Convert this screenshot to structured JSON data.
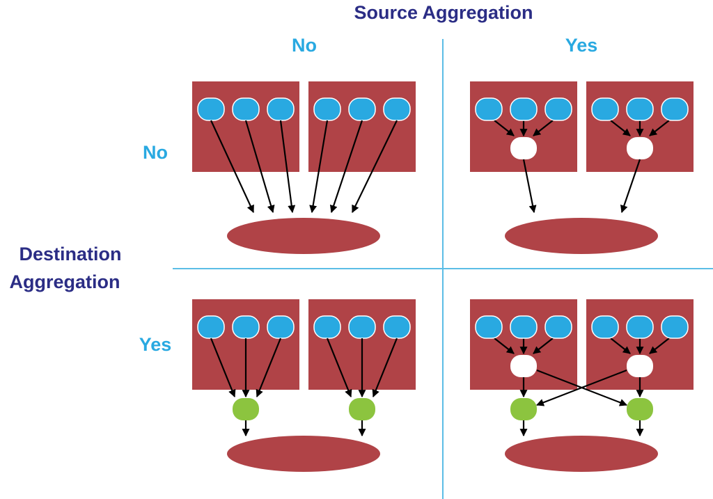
{
  "title_top": "Source Aggregation",
  "title_left": [
    "Destination",
    "Aggregation"
  ],
  "columns": [
    "No",
    "Yes"
  ],
  "rows": [
    "No",
    "Yes"
  ],
  "colors": {
    "title": "#2b2d85",
    "label": "#29a9e1",
    "divider": "#5bbde6",
    "host": "#b04347",
    "source_node": "#29a9e1",
    "source_aggregator": "#ffffff",
    "destination_aggregator": "#8cc43f",
    "destination": "#b04347",
    "arrow": "#000000"
  },
  "quadrants": [
    {
      "row": "No",
      "col": "No",
      "source_aggregation": false,
      "destination_aggregation": false,
      "hosts": 2,
      "sources_per_host": 3
    },
    {
      "row": "No",
      "col": "Yes",
      "source_aggregation": true,
      "destination_aggregation": false,
      "hosts": 2,
      "sources_per_host": 3
    },
    {
      "row": "Yes",
      "col": "No",
      "source_aggregation": false,
      "destination_aggregation": true,
      "hosts": 2,
      "sources_per_host": 3
    },
    {
      "row": "Yes",
      "col": "Yes",
      "source_aggregation": true,
      "destination_aggregation": true,
      "hosts": 2,
      "sources_per_host": 3,
      "cross_shuffle": true
    }
  ]
}
